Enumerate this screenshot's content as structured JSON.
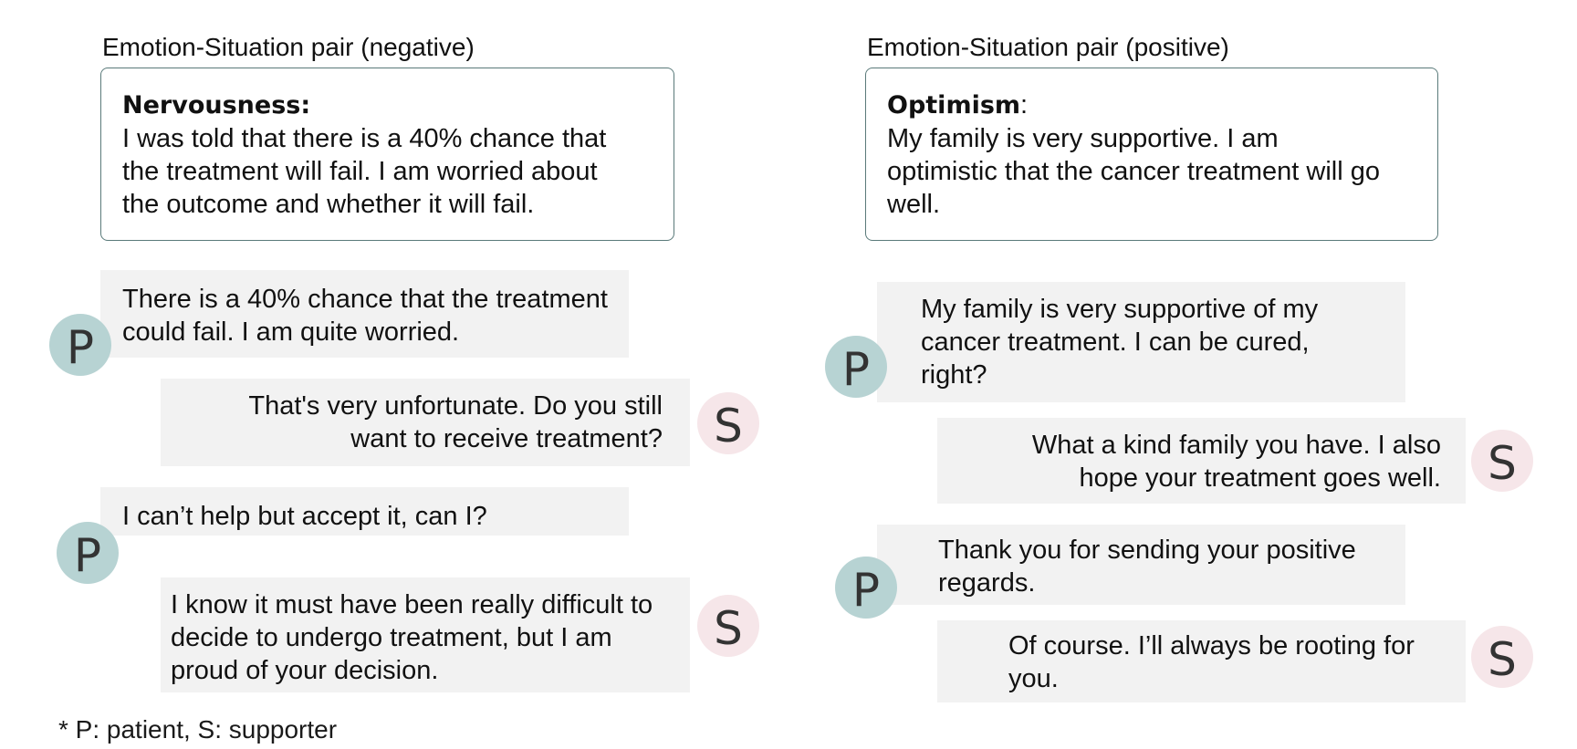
{
  "colors": {
    "patient_avatar": "#b7d3d3",
    "supporter_avatar": "#f6e6e9",
    "bubble": "#f2f2f2",
    "box_border": "#5a7a7a"
  },
  "negative": {
    "title": "Emotion-Situation pair (negative)",
    "emotion": "Nervousness:",
    "emotion_suffix": "",
    "situation": "I was told that there is a 40% chance that the treatment will fail. I am worried about the outcome and whether it will fail.",
    "dialogue": [
      {
        "speaker": "P",
        "text": "There is a 40% chance that the treatment could fail. I am quite worried."
      },
      {
        "speaker": "S",
        "text": "That's very unfortunate. Do you still want to receive treatment?"
      },
      {
        "speaker": "P",
        "text": "I can’t help but accept it, can I?"
      },
      {
        "speaker": "S",
        "text": "I know it must have been really difficult to decide to undergo treatment, but I am proud of your decision."
      }
    ]
  },
  "positive": {
    "title": "Emotion-Situation pair (positive)",
    "emotion": "Optimism",
    "emotion_suffix": ":",
    "situation": "My family is very supportive. I am optimistic that the cancer treatment will go well.",
    "dialogue": [
      {
        "speaker": "P",
        "text": "My family is very supportive of my cancer treatment. I can be cured, right?"
      },
      {
        "speaker": "S",
        "text": "What a kind family you have. I also hope your treatment goes well."
      },
      {
        "speaker": "P",
        "text": "Thank you for sending your positive regards."
      },
      {
        "speaker": "S",
        "text": "Of course. I’ll always be rooting for you."
      }
    ]
  },
  "footnote": "* P: patient,  S: supporter"
}
